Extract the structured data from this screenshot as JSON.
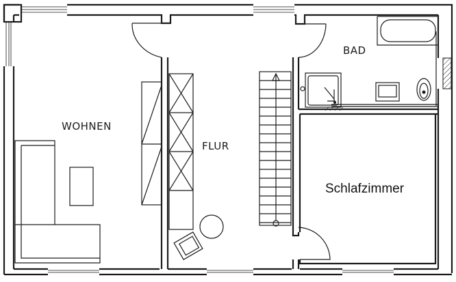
{
  "floor_plan": {
    "title": "",
    "rooms": [
      {
        "id": "wohnen",
        "label": "WOHNEN"
      },
      {
        "id": "flur",
        "label": "FLUR"
      },
      {
        "id": "bad",
        "label": "BAD"
      },
      {
        "id": "schlafzimmer",
        "label": "Schlafzimmer"
      }
    ],
    "furniture": {
      "wohnen": [
        "corner-sofa",
        "coffee-table",
        "wall-cabinet"
      ],
      "flur": [
        "wardrobe-shelving",
        "round-table",
        "armchair",
        "staircase-up"
      ],
      "bad": [
        "bathtub",
        "shower",
        "washbasin",
        "toilet"
      ]
    },
    "colors": {
      "line": "#1a1a1a",
      "background": "#ffffff"
    }
  }
}
